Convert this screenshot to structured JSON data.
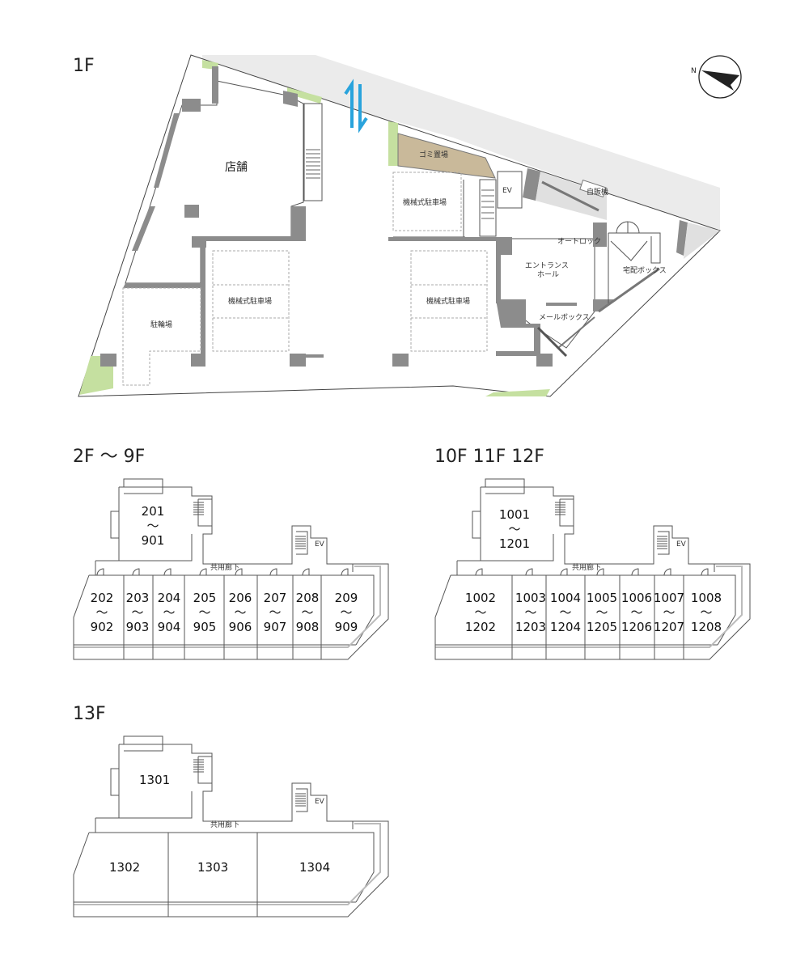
{
  "floors": {
    "f1": {
      "title": "1F",
      "labels": {
        "shop": "店舗",
        "bicycle": "駐輪場",
        "parking_left": "機械式駐車場",
        "parking_mid": "機械式駐車場",
        "parking_right": "機械式駐車場",
        "garbage": "ゴミ置場",
        "ev": "EV",
        "vending": "自販機",
        "autolock": "オートロック",
        "entrance_1": "エントランス",
        "entrance_2": "ホール",
        "delivery_box": "宅配ボックス",
        "mailbox": "メールボックス"
      },
      "compass_label": "N"
    },
    "f2_9": {
      "title": "2F 〜 9F",
      "corridor": "共用廊下",
      "ev": "EV",
      "units": [
        {
          "top": "201",
          "sep": "〜",
          "bottom": "901"
        },
        {
          "top": "202",
          "sep": "〜",
          "bottom": "902"
        },
        {
          "top": "203",
          "sep": "〜",
          "bottom": "903"
        },
        {
          "top": "204",
          "sep": "〜",
          "bottom": "904"
        },
        {
          "top": "205",
          "sep": "〜",
          "bottom": "905"
        },
        {
          "top": "206",
          "sep": "〜",
          "bottom": "906"
        },
        {
          "top": "207",
          "sep": "〜",
          "bottom": "907"
        },
        {
          "top": "208",
          "sep": "〜",
          "bottom": "908"
        },
        {
          "top": "209",
          "sep": "〜",
          "bottom": "909"
        }
      ]
    },
    "f10_12": {
      "title": "10F 11F 12F",
      "corridor": "共用廊下",
      "ev": "EV",
      "units": [
        {
          "top": "1001",
          "sep": "〜",
          "bottom": "1201"
        },
        {
          "top": "1002",
          "sep": "〜",
          "bottom": "1202"
        },
        {
          "top": "1003",
          "sep": "〜",
          "bottom": "1203"
        },
        {
          "top": "1004",
          "sep": "〜",
          "bottom": "1204"
        },
        {
          "top": "1005",
          "sep": "〜",
          "bottom": "1205"
        },
        {
          "top": "1006",
          "sep": "〜",
          "bottom": "1206"
        },
        {
          "top": "1007",
          "sep": "〜",
          "bottom": "1207"
        },
        {
          "top": "1008",
          "sep": "〜",
          "bottom": "1208"
        }
      ]
    },
    "f13": {
      "title": "13F",
      "corridor": "共用廊下",
      "ev": "EV",
      "units": [
        "1301",
        "1302",
        "1303",
        "1304"
      ]
    }
  },
  "colors": {
    "road": "#ebebeb",
    "green": "#c5e0a0",
    "garbage": "#c9b99a",
    "wall": "#8c8c8c",
    "arrow": "#29a3dc"
  }
}
